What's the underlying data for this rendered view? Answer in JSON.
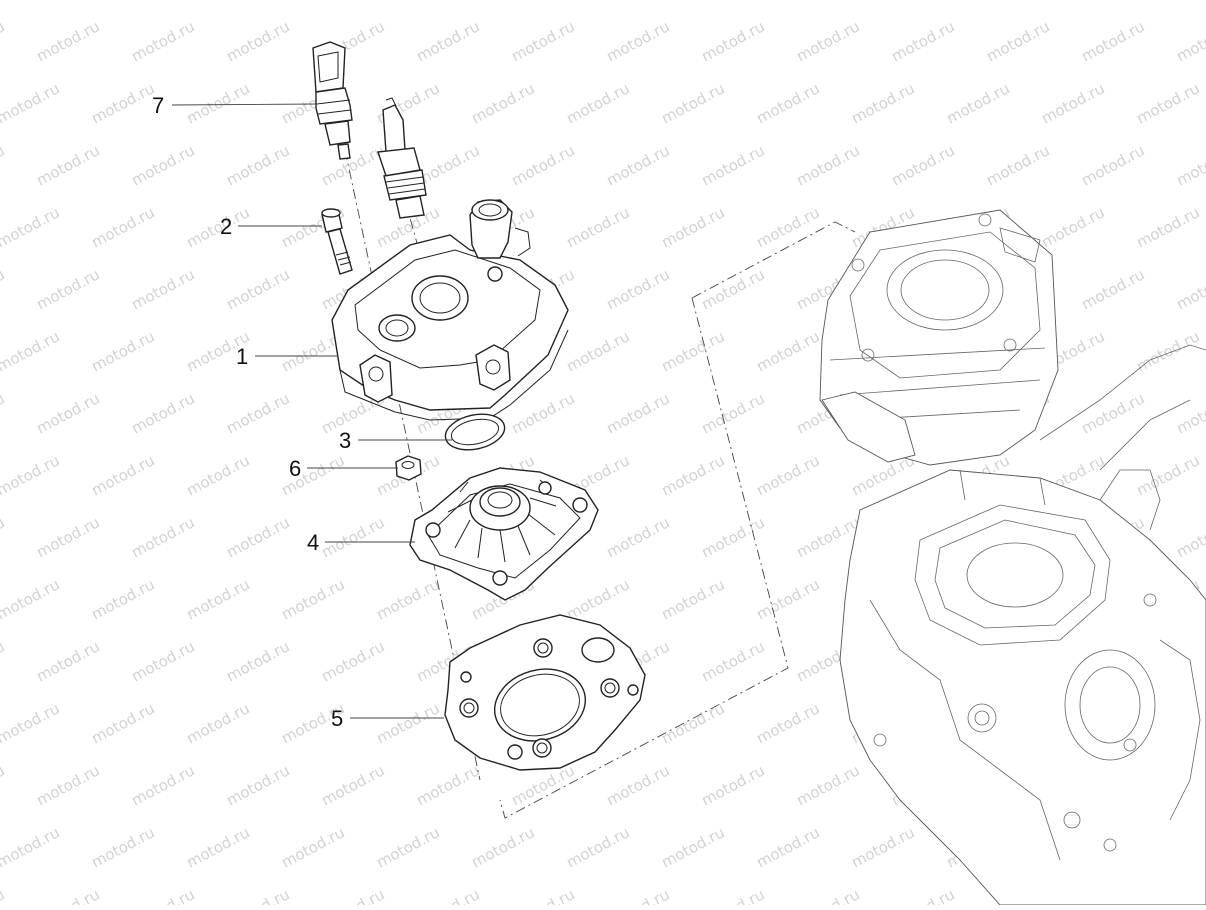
{
  "watermark": {
    "text": "motod.ru"
  },
  "callouts": [
    {
      "id": "7",
      "label": "7"
    },
    {
      "id": "2",
      "label": "2"
    },
    {
      "id": "1",
      "label": "1"
    },
    {
      "id": "3",
      "label": "3"
    },
    {
      "id": "6",
      "label": "6"
    },
    {
      "id": "4",
      "label": "4"
    },
    {
      "id": "5",
      "label": "5"
    }
  ],
  "colors": {
    "line": "#222222",
    "watermark": "#d2d2d2",
    "background": "#ffffff"
  }
}
